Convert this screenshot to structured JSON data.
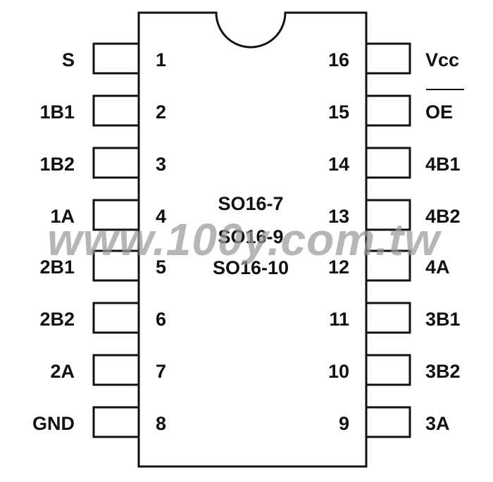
{
  "left_pins": [
    {
      "number": "1",
      "name": "S"
    },
    {
      "number": "2",
      "name": "1B1"
    },
    {
      "number": "3",
      "name": "1B2"
    },
    {
      "number": "4",
      "name": "1A"
    },
    {
      "number": "5",
      "name": "2B1"
    },
    {
      "number": "6",
      "name": "2B2"
    },
    {
      "number": "7",
      "name": "2A"
    },
    {
      "number": "8",
      "name": "GND"
    }
  ],
  "right_pins": [
    {
      "number": "16",
      "name": "Vcc",
      "overline": false
    },
    {
      "number": "15",
      "name": "OE",
      "overline": true
    },
    {
      "number": "14",
      "name": "4B1",
      "overline": false
    },
    {
      "number": "13",
      "name": "4B2",
      "overline": false
    },
    {
      "number": "12",
      "name": "4A",
      "overline": false
    },
    {
      "number": "11",
      "name": "3B1",
      "overline": false
    },
    {
      "number": "10",
      "name": "3B2",
      "overline": false
    },
    {
      "number": "9",
      "name": "3A",
      "overline": false
    }
  ],
  "package_labels": [
    "SO16-7",
    "SO16-9",
    "SO16-10"
  ],
  "watermark": "www.100y.com.tw",
  "colors": {
    "line": "#111111",
    "background": "#ffffff",
    "watermark": "#9a9a9a"
  }
}
